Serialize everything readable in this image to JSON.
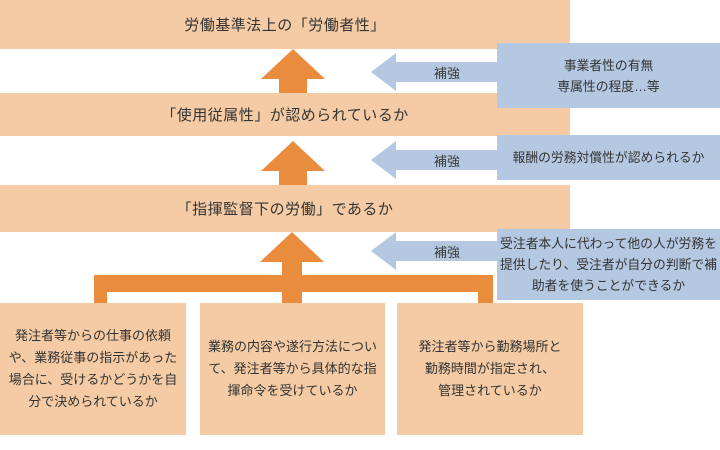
{
  "colors": {
    "peach": "#F4CBA4",
    "orange": "#EA8C3E",
    "blue": "#B4C8E1"
  },
  "levels": [
    {
      "title": "労働基準法上の「労働者性」"
    },
    {
      "title": "「使用従属性」が認められているか"
    },
    {
      "title": "「指揮監督下の労働」であるか"
    }
  ],
  "reinforce_label": "補強",
  "side_notes": [
    {
      "text": "事業者性の有無\n専属性の程度…等"
    },
    {
      "text": "報酬の労務対償性が認められるか"
    },
    {
      "text": "受注者本人に代わって他の人が労務を\n提供したり、受注者が自分の判断で補\n助者を使うことができるか"
    }
  ],
  "criteria": [
    {
      "text": "発注者等からの仕事の依頼\nや、業務従事の指示があった\n場合に、受けるかどうかを自\n分で決められているか"
    },
    {
      "text": "業務の内容や遂行方法につい\nて、発注者等から具体的な指\n揮命令を受けているか"
    },
    {
      "text": "発注者等から勤務場所と\n勤務時間が指定され、\n管理されているか"
    }
  ]
}
